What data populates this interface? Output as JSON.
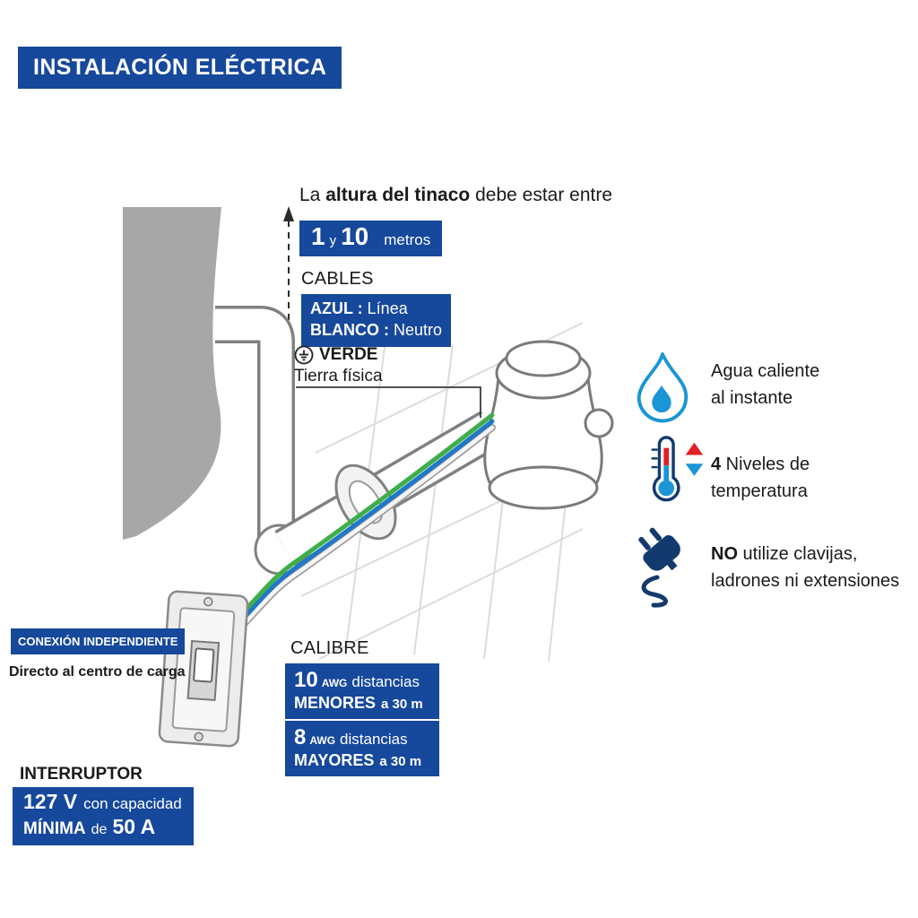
{
  "colors": {
    "primary_blue": "#16489c",
    "wire_blue": "#1f78c8",
    "wire_green": "#3fae49",
    "icon_blue": "#1b95d6",
    "icon_navy": "#123a6e",
    "alert_red": "#e01f26"
  },
  "title": "INSTALACIÓN ELÉCTRICA",
  "height_note": {
    "pre": "La ",
    "bold": "altura del tinaco",
    "post": " debe estar entre",
    "num1": "1",
    "conj": "y",
    "num2": "10",
    "unit": "metros"
  },
  "cables": {
    "heading": "CABLES",
    "azul_label": "AZUL :",
    "azul_value": "Línea",
    "blanco_label": "BLANCO :",
    "blanco_value": "Neutro",
    "verde_label": "VERDE",
    "verde_desc": "Tierra física",
    "ground_icon": "ground-icon"
  },
  "features": [
    {
      "icon": "flame-water-icon",
      "bold": "",
      "line1": "Agua caliente",
      "line2": "al instante"
    },
    {
      "icon": "thermometer-icon",
      "bold": "4",
      "line1": " Niveles de",
      "line2": "temperatura"
    },
    {
      "icon": "plug-icon",
      "bold": "NO",
      "line1": " utilize clavijas,",
      "line2": "ladrones ni extensiones"
    }
  ],
  "connection": {
    "banner": "CONEXIÓN INDEPENDIENTE",
    "note": "Directo al centro de carga"
  },
  "calibre": {
    "heading": "CALIBRE",
    "rows": [
      {
        "num": "10",
        "unit": "AWG",
        "text": "distancias",
        "bold": "MENORES",
        "rest": "a 30 m"
      },
      {
        "num": "8",
        "unit": "AWG",
        "text": "distancias",
        "bold": "MAYORES",
        "rest": "a 30 m"
      }
    ]
  },
  "interruptor": {
    "heading": "INTERRUPTOR",
    "volts": "127 V",
    "line1_rest": "con capacidad",
    "bold": "MÍNIMA",
    "mid": "de",
    "amps": "50 A"
  }
}
